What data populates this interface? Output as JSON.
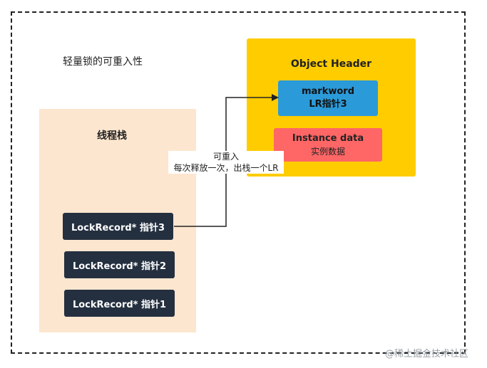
{
  "title": "轻量锁的可重入性",
  "thread_stack": {
    "title": "线程栈",
    "records": [
      "LockRecord* 指针3",
      "LockRecord* 指针2",
      "LockRecord* 指针1"
    ]
  },
  "object_header": {
    "title": "Object Header",
    "markword": {
      "line1": "markword",
      "line2": "LR指针3"
    },
    "instance": {
      "line1": "Instance data",
      "line2": "实例数据"
    }
  },
  "arrow_label": {
    "line1": "可重入",
    "line2": "每次释放一次，出栈一个LR"
  },
  "watermark": "@稀土掘金技术社区",
  "colors": {
    "stack_bg": "#fde6cf",
    "record_bg": "#243040",
    "header_bg": "#ffcc00",
    "markword_bg": "#2b9ad9",
    "instance_bg": "#ff6666"
  }
}
